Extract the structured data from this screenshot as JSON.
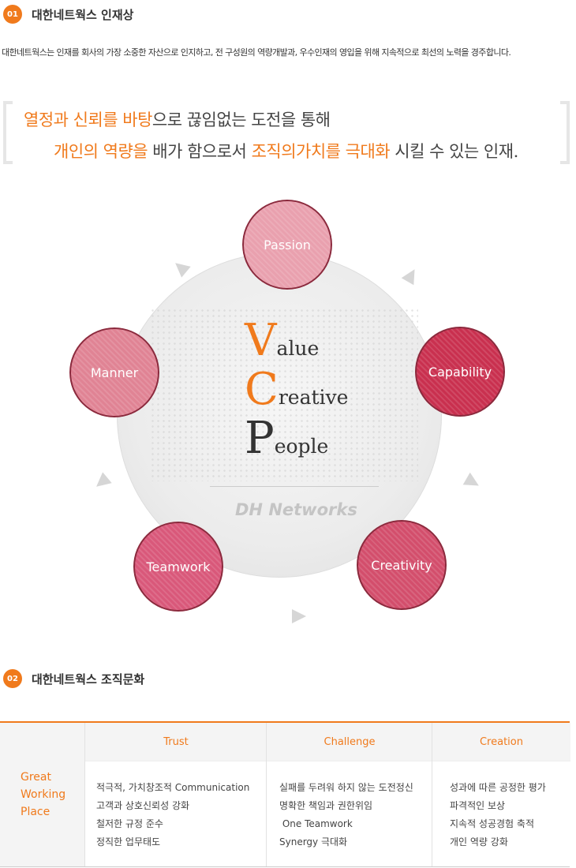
{
  "section1": {
    "number": "01",
    "title": "대한네트웍스 인재상"
  },
  "intro": "대한네트웍스는 인재를 회사의 가장 소중한 자산으로 인지하고, 전 구성원의 역량개발과, 우수인재의 영입을 위해 지속적으로 최선의 노력을 경주합니다.",
  "quote": {
    "line1": [
      {
        "t": "열정과 신뢰를 바탕",
        "hl": true
      },
      {
        "t": "으로 끊임없는 도전을 통해",
        "hl": false
      }
    ],
    "line2": [
      {
        "t": "개인의 역량을",
        "hl": true
      },
      {
        "t": " 배가 함으로서 ",
        "hl": false
      },
      {
        "t": "조직의가치를 극대화",
        "hl": true
      },
      {
        "t": " 시킬 수 있는 인재.",
        "hl": false
      }
    ]
  },
  "vcp": [
    {
      "initial": "V",
      "rest": "alue"
    },
    {
      "initial": "C",
      "rest": "reative"
    },
    {
      "initial": "P",
      "rest": "eople"
    }
  ],
  "brand": "DH Networks",
  "values": [
    {
      "label": "Passion",
      "color": "#e9a0ae"
    },
    {
      "label": "Capability",
      "color": "#c9304f"
    },
    {
      "label": "Creativity",
      "color": "#d34e6c"
    },
    {
      "label": "Teamwork",
      "color": "#d9587a"
    },
    {
      "label": "Manner",
      "color": "#e08394"
    }
  ],
  "section2": {
    "number": "02",
    "title": "대한네트웍스 조직문화"
  },
  "culture": {
    "side_label": [
      "Great",
      "Working",
      "Place"
    ],
    "columns": [
      {
        "header": "Trust",
        "items": [
          "적극적, 가치창조적 Communication",
          "고객과 상호신뢰성 강화",
          "철저한 규정 준수",
          "정직한 업무태도"
        ]
      },
      {
        "header": "Challenge",
        "items": [
          "실패를 두려워 하지 않는 도전정신",
          "명확한 책임과 권한위임",
          " One Teamwork",
          "Synergy 극대화"
        ]
      },
      {
        "header": "Creation",
        "items": [
          "성과에 따른 공정한 평가",
          "파격적인 보상",
          "지속적 성공경험 축적",
          "개인 역량 강화"
        ]
      }
    ]
  }
}
